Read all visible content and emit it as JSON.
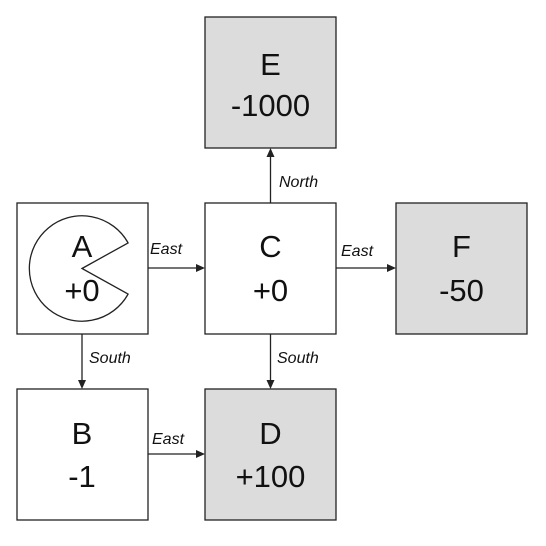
{
  "colors": {
    "terminal_fill": "#dcdcdc",
    "nonterminal_fill": "#ffffff",
    "pacman_fill": "#ffffff",
    "stroke": "#222222"
  },
  "icons": {
    "agent": "pacman-icon"
  },
  "states": {
    "A": {
      "letter": "A",
      "reward": "+0",
      "terminal": false
    },
    "B": {
      "letter": "B",
      "reward": "-1",
      "terminal": false
    },
    "C": {
      "letter": "C",
      "reward": "+0",
      "terminal": false
    },
    "D": {
      "letter": "D",
      "reward": "+100",
      "terminal": true
    },
    "E": {
      "letter": "E",
      "reward": "-1000",
      "terminal": true
    },
    "F": {
      "letter": "F",
      "reward": "-50",
      "terminal": true
    }
  },
  "transitions": {
    "a_c": {
      "from": "A",
      "to": "C",
      "action": "East"
    },
    "a_b": {
      "from": "A",
      "to": "B",
      "action": "South"
    },
    "b_d": {
      "from": "B",
      "to": "D",
      "action": "East"
    },
    "c_e": {
      "from": "C",
      "to": "E",
      "action": "North"
    },
    "c_f": {
      "from": "C",
      "to": "F",
      "action": "East"
    },
    "c_d": {
      "from": "C",
      "to": "D",
      "action": "South"
    }
  }
}
